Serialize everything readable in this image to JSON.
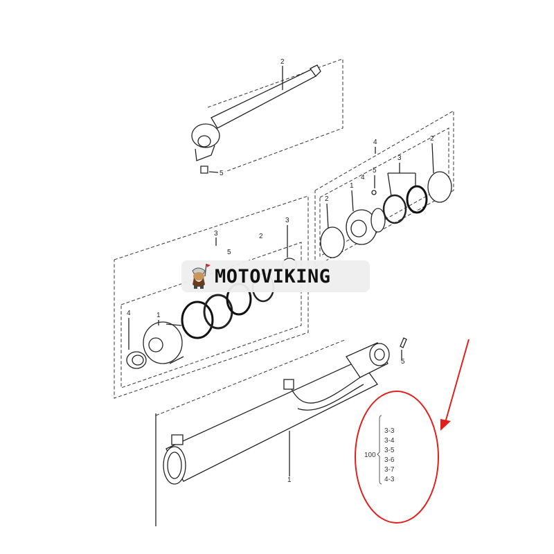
{
  "diagram": {
    "callouts": {
      "rod": "2",
      "rod_bolt": "5",
      "left_kit": "3",
      "right_kit": "4",
      "right_ring_outer": "2",
      "right_seal_group": "3",
      "right_screw": "5",
      "right_nut_ref": "4",
      "right_piston": "1",
      "right_ring_inner": "2",
      "left_ring_a": "3",
      "left_ring_b": "2",
      "left_oring": "5",
      "left_wiper": "4",
      "left_gland": "1",
      "tube_grease": "5",
      "tube": "1"
    },
    "legend": {
      "group": "100",
      "items": [
        "3-3",
        "3-4",
        "3-5",
        "3-6",
        "3-7",
        "4-3"
      ]
    },
    "highlight_color": "#e0201b"
  },
  "watermark": {
    "text": "MOTOVIKING",
    "icon": "viking-mascot-icon"
  }
}
